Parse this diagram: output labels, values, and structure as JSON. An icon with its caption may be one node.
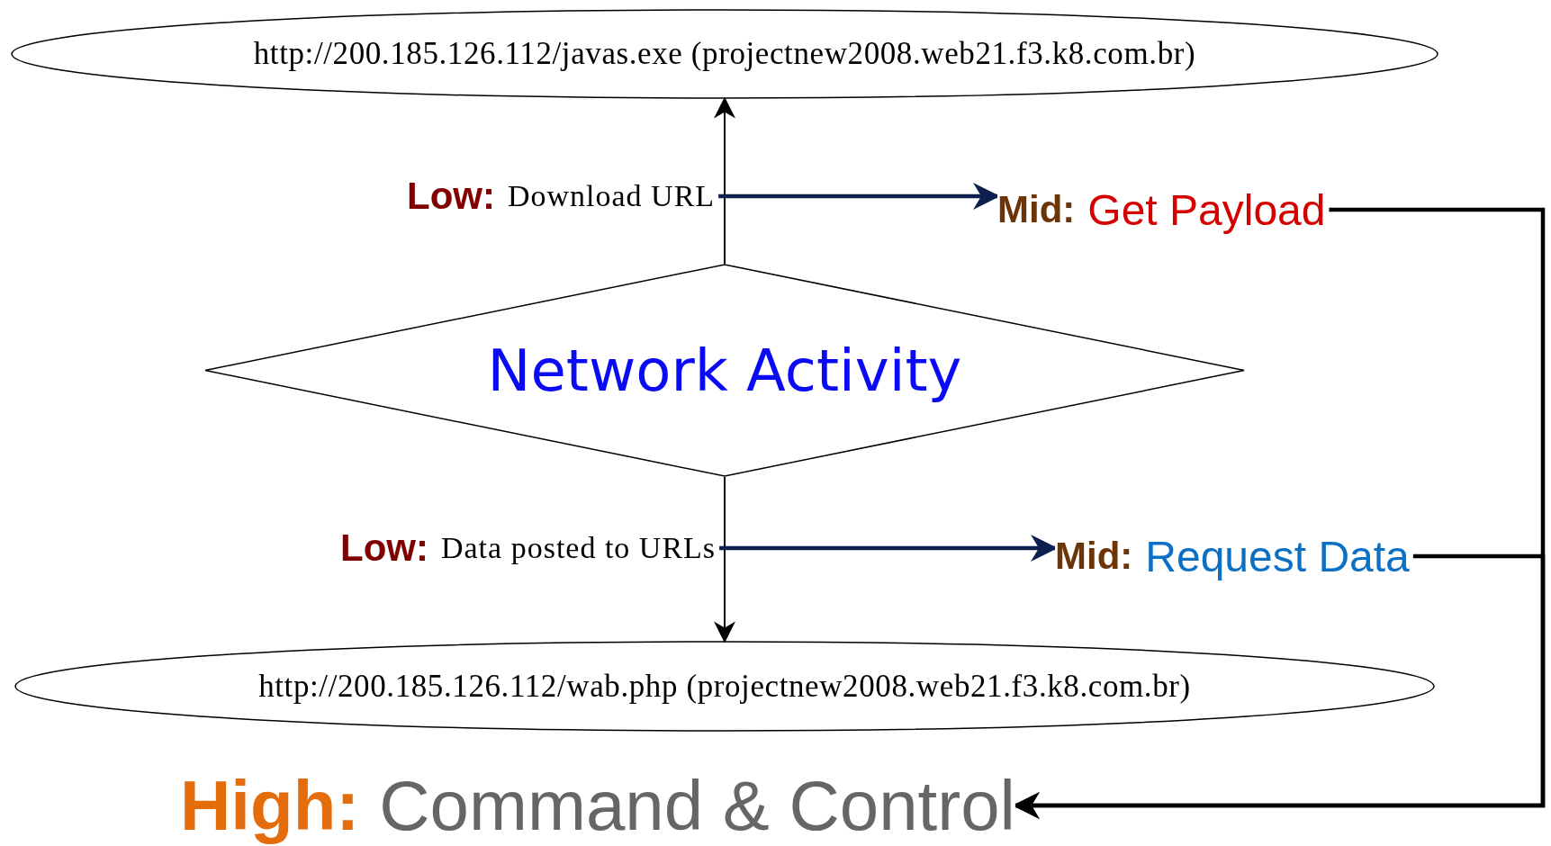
{
  "diagram": {
    "nodes": [
      {
        "text": [
          "http://200.185.126.112/javas.exe (projectnew2008.web21.f3.k8.com.br)"
        ]
      },
      {
        "text": [
          "Network Activity"
        ]
      },
      {
        "text": [
          "http://200.185.126.112/wab.php (projectnew2008.web21.f3.k8.com.br)"
        ]
      },
      {
        "text": [
          "Low:",
          "Download URL"
        ]
      },
      {
        "text": [
          "Mid:",
          "Get Payload"
        ]
      },
      {
        "text": [
          "Low:",
          "Data posted to URLs"
        ]
      },
      {
        "text": [
          "Mid:",
          "Request Data"
        ]
      },
      {
        "text": [
          "High:",
          "Command & Control"
        ]
      }
    ],
    "edges": [
      {
        "from": 1,
        "to": 0,
        "arrow": "to"
      },
      {
        "from": 1,
        "to": 2,
        "arrow": "to"
      },
      {
        "from": 3,
        "to": 4,
        "arrow": "to",
        "color": "#0c1f4e"
      },
      {
        "from": 5,
        "to": 6,
        "arrow": "to",
        "color": "#0c1f4e"
      },
      {
        "from": 4,
        "to": 7,
        "arrow": "to"
      },
      {
        "from": 6,
        "to": 7,
        "arrow": "to"
      }
    ]
  }
}
